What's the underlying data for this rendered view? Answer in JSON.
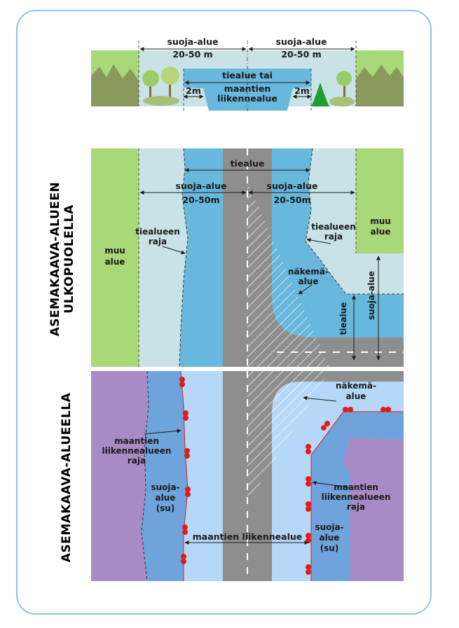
{
  "top": {
    "left_zone": "suoja-alue",
    "left_width": "20-50 m",
    "right_zone": "suoja-alue",
    "right_width": "20-50 m",
    "road_line1": "tiealue tai",
    "road_line2": "maantien",
    "road_line3": "liikennealue",
    "left_margin": "2m",
    "right_margin": "2m"
  },
  "middle": {
    "section_title_line1": "ASEMAKAAVA-ALUEEN",
    "section_title_line2": "ULKOPUOLELLA",
    "tiealue": "tiealue",
    "left_zone": "suoja-alue",
    "left_width": "20-50m",
    "right_zone": "suoja-alue",
    "right_width": "20-50m",
    "left_boundary_line1": "tiealueen",
    "left_boundary_line2": "raja",
    "right_boundary_line1": "tiealueen",
    "right_boundary_line2": "raja",
    "left_other_line1": "muu",
    "left_other_line2": "alue",
    "right_other_line1": "muu",
    "right_other_line2": "alue",
    "visibility_line1": "näkemä-",
    "visibility_line2": "alue",
    "side_tiealue": "tiealue",
    "side_suoja": "suoja-alue"
  },
  "bottom": {
    "section_title": "ASEMAKAAVA-ALUEELLA",
    "visibility_line1": "näkemä-",
    "visibility_line2": "alue",
    "left_boundary_line1": "maantien",
    "left_boundary_line2": "liikennealueen",
    "left_boundary_line3": "raja",
    "left_zone_line1": "suoja-",
    "left_zone_line2": "alue",
    "left_zone_line3": "(su)",
    "right_boundary_line1": "maantien",
    "right_boundary_line2": "liikennealueen",
    "right_boundary_line3": "raja",
    "right_zone_line1": "suoja-",
    "right_zone_line2": "alue",
    "right_zone_line3": "(su)",
    "road_area": "maantien liikennealue"
  },
  "colors": {
    "green": "#a8d877",
    "pale_teal": "#c8e2e6",
    "blue": "#67b8dc",
    "gray": "#8e8e8e",
    "purple": "#a88ac4",
    "mid_blue": "#6fa3dc",
    "light_blue": "#b6d8f8",
    "marker_red": "#e11b1b",
    "frame_border": "#8fc6e0"
  }
}
